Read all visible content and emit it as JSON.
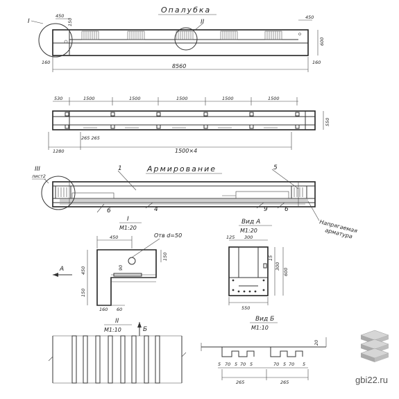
{
  "sections": {
    "formwork_title": "Опалубка",
    "reinforcement_title": "Армирование",
    "detail_1_label": "I",
    "detail_1_scale": "М1:20",
    "view_a_label": "Вид А",
    "view_a_scale": "М1:20",
    "detail_2_label": "II",
    "detail_2_scale": "М1:10",
    "view_b_label": "Вид Б",
    "view_b_scale": "М1:10"
  },
  "formwork": {
    "callout_1": "I",
    "callout_2": "II",
    "dim_450_left": "450",
    "dim_450_right": "450",
    "dim_160": "160",
    "dim_150": "150",
    "dim_160_right": "160",
    "dim_600": "600",
    "dim_total": "8560"
  },
  "plan": {
    "dim_530": "530",
    "dim_1500": [
      "1500",
      "1500",
      "1500",
      "1500",
      "1500"
    ],
    "dim_550": "550",
    "dim_small": "265 265",
    "dim_1280": "1280",
    "dim_1500x4": "1500×4"
  },
  "reinforcement": {
    "callout_3": "III",
    "callout_3_sub": "лист2",
    "mark_1": "1",
    "mark_5": "5",
    "mark_6_left": "6",
    "mark_4": "4",
    "mark_9": "9",
    "mark_6_right": "6",
    "note_line1": "Напрягаемая",
    "note_line2": "арматура"
  },
  "detail_1": {
    "dim_450": "450",
    "hole_note": "Отв d=50",
    "dim_150_top": "150",
    "dim_450_side": "450",
    "dim_150_side": "150",
    "dim_160": "160",
    "dim_60": "60",
    "dim_90": "90",
    "arrow_label": "А"
  },
  "view_a": {
    "dim_125": "125",
    "dim_300": "300",
    "dim_300_side": "300",
    "dim_600": "600",
    "dim_15": "15",
    "dim_550": "550"
  },
  "detail_2": {
    "arrow_label": "Б"
  },
  "view_b": {
    "dim_20": "20",
    "dims_row": [
      "5",
      "70",
      "5",
      "70",
      "5",
      "70",
      "5",
      "70",
      "5"
    ],
    "dim_265_a": "265",
    "dim_265_b": "265"
  },
  "watermark": {
    "text": "gbi22.ru"
  }
}
